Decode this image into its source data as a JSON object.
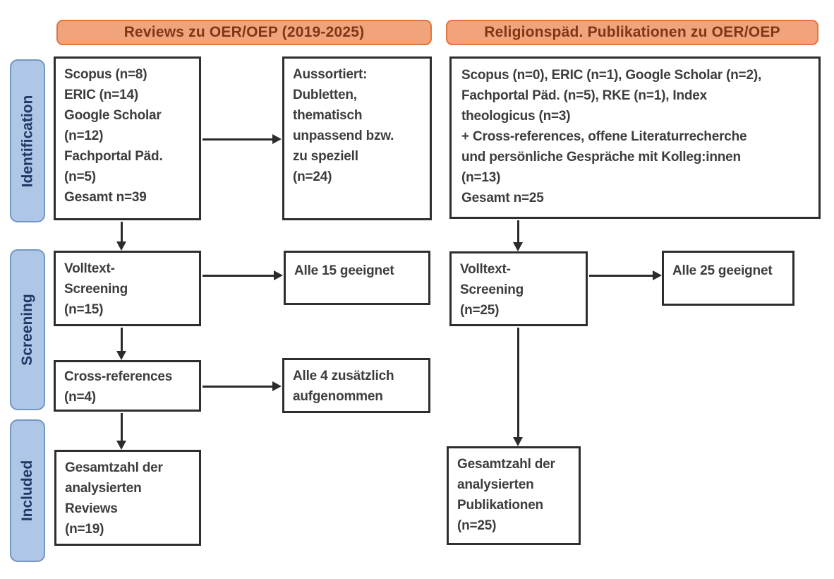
{
  "headers": {
    "left": "Reviews zu OER/OEP (2019-2025)",
    "right": "Religionspäd. Publikationen zu OER/OEP"
  },
  "stages": {
    "identification": "Identification",
    "screening": "Screening",
    "included": "Included"
  },
  "boxes": {
    "reviews_sources": "Scopus (n=8)\nERIC (n=14)\nGoogle Scholar\n(n=12)\nFachportal Päd.\n(n=5)\nGesamt n=39",
    "reviews_excluded": "Aussortiert:\nDubletten,\nthematisch\nunpassend bzw.\nzu speziell\n(n=24)",
    "reviews_fulltext": "Volltext-\nScreening\n(n=15)",
    "reviews_fulltext_result": "Alle 15 geeignet",
    "reviews_crossref": "Cross-references\n(n=4)",
    "reviews_crossref_result": "Alle 4 zusätzlich\naufgenommen",
    "reviews_included": "Gesamtzahl der\nanalysierten\nReviews\n(n=19)",
    "pubs_sources": "Scopus (n=0), ERIC (n=1), Google Scholar (n=2),\nFachportal Päd. (n=5), RKE (n=1), Index\ntheologicus (n=3)\n+ Cross-references, offene Literaturrecherche\nund persönliche Gespräche mit Kolleg:innen\n(n=13)\nGesamt n=25",
    "pubs_fulltext": "Volltext-\nScreening\n(n=25)",
    "pubs_fulltext_result": "Alle 25 geeignet",
    "pubs_included": "Gesamtzahl der\nanalysierten\nPublikationen\n(n=25)"
  },
  "colors": {
    "header_fill": "#F1A37C",
    "header_border": "#E0763F",
    "header_text": "#7F3616",
    "stage_fill": "#AFC7E6",
    "stage_border": "#7496C4",
    "stage_text": "#1F3864",
    "box_border": "#2E2E2E",
    "box_text": "#3D3D3D",
    "arrow": "#2B2B2B"
  }
}
